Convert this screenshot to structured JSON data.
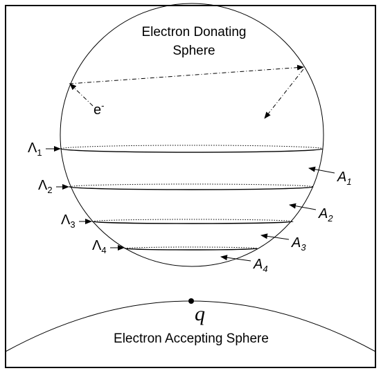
{
  "donor": {
    "line1": "Electron Donating",
    "line2": "Sphere"
  },
  "acceptor": {
    "label": "Electron Accepting Sphere",
    "point": "q"
  },
  "electron": {
    "base": "e",
    "sup": "-"
  },
  "lambdas": [
    {
      "sym": "Λ",
      "sub": "1"
    },
    {
      "sym": "Λ",
      "sub": "2"
    },
    {
      "sym": "Λ",
      "sub": "3"
    },
    {
      "sym": "Λ",
      "sub": "4"
    }
  ],
  "areas": [
    {
      "sym": "A",
      "sub": "1"
    },
    {
      "sym": "A",
      "sub": "2"
    },
    {
      "sym": "A",
      "sub": "3"
    },
    {
      "sym": "A",
      "sub": "4"
    }
  ]
}
